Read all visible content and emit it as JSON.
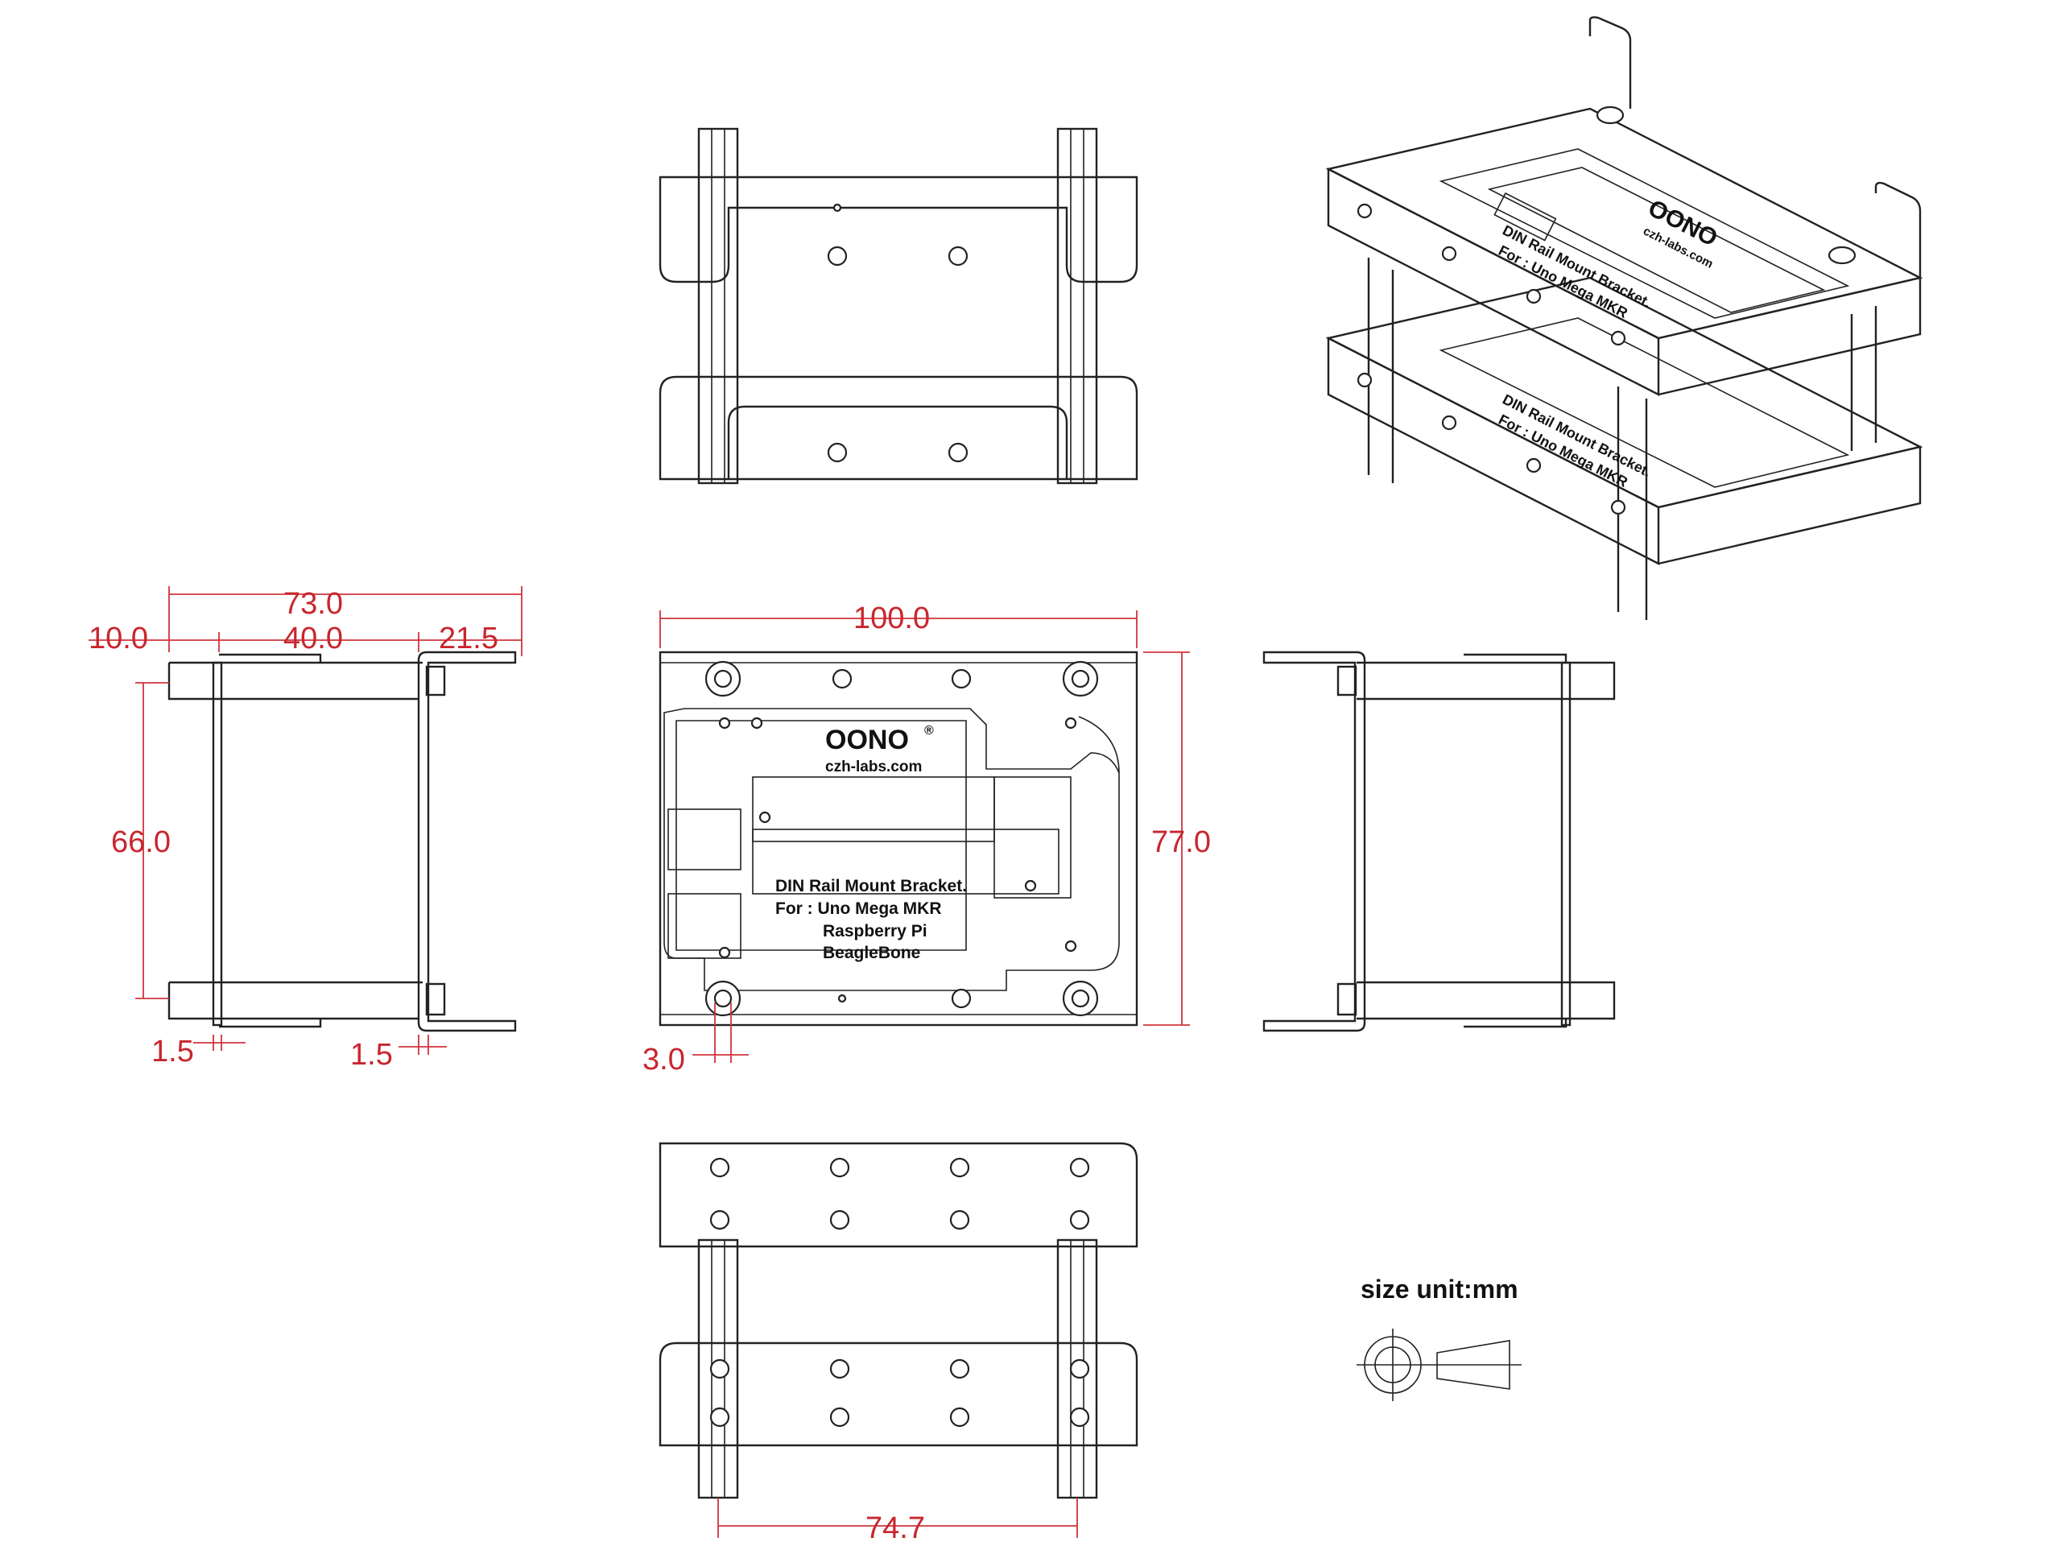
{
  "dimensions": {
    "total_width": "73.0",
    "left_offset": "10.0",
    "mid_width": "40.0",
    "right_offset": "21.5",
    "height_inner": "66.0",
    "plate_thickness_left": "1.5",
    "plate_thickness_right": "1.5",
    "front_width": "100.0",
    "front_height": "77.0",
    "hole_diameter": "3.0",
    "bottom_span": "74.7"
  },
  "plate_text": {
    "brand": "OONO",
    "registered": "®",
    "website": "czh-labs.com",
    "line1": "DIN Rail Mount Bracket.",
    "line2": "For : Uno Mega MKR",
    "line3": "Raspberry Pi",
    "line4": "BeagleBone"
  },
  "iso_text": {
    "brand": "OONO",
    "website": "czh-labs.com",
    "line1": "DIN Rail Mount Bracket.",
    "line2": "For : Uno Mega MKR"
  },
  "legend": {
    "unit_label": "size unit:mm"
  },
  "colors": {
    "line": "#222222",
    "dimension": "#d0343c"
  }
}
